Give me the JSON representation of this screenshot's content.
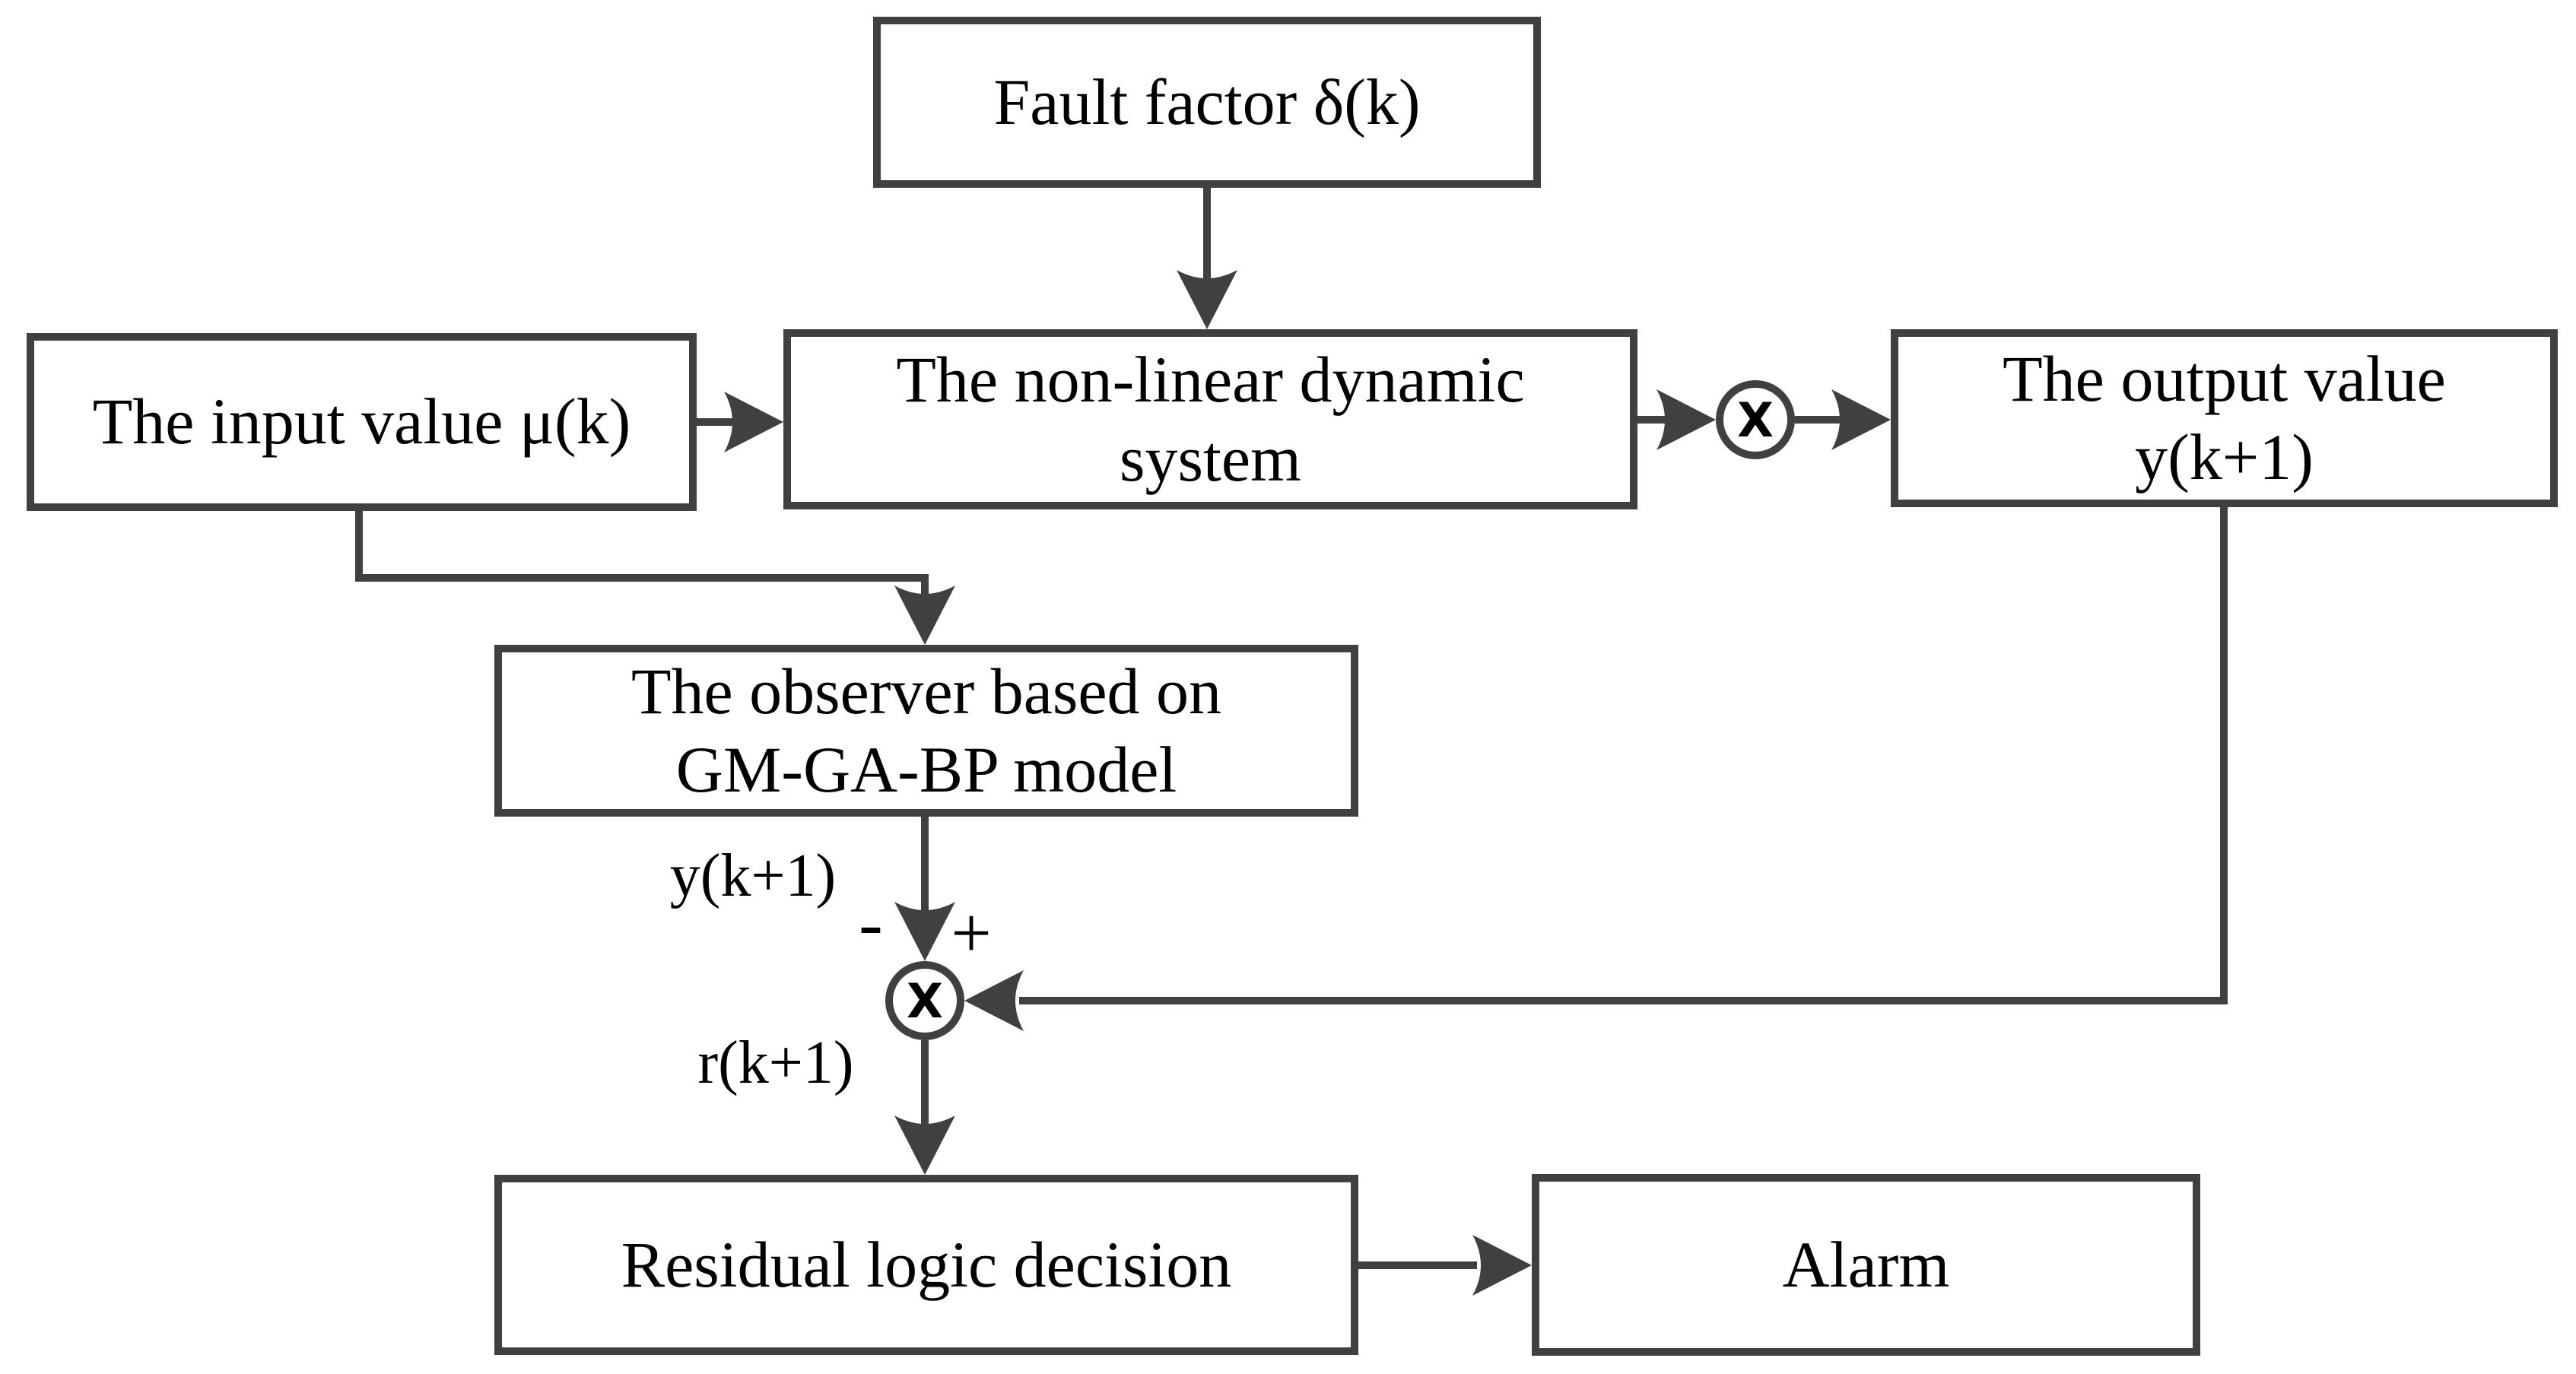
{
  "diagram": {
    "colors": {
      "line": "#404040",
      "text": "#000000",
      "background": "#ffffff"
    },
    "boxes": {
      "fault_factor": {
        "label": "Fault factor δ(k)"
      },
      "input": {
        "label": "The input value μ(k)"
      },
      "system": {
        "line1": "The non-linear dynamic",
        "line2": "system"
      },
      "output": {
        "line1": "The output value",
        "line2": "y(k+1)"
      },
      "observer": {
        "line1": "The observer based on",
        "line2": "GM-GA-BP model"
      },
      "residual": {
        "label": "Residual logic decision"
      },
      "alarm": {
        "label": "Alarm"
      }
    },
    "junctions": {
      "multiplier": {
        "symbol": "X"
      },
      "comparator": {
        "symbol": "X",
        "plus": "+",
        "minus": "-"
      }
    },
    "edge_labels": {
      "estimated_output": "y(k+1)",
      "residual_signal": "r(k+1)"
    }
  }
}
